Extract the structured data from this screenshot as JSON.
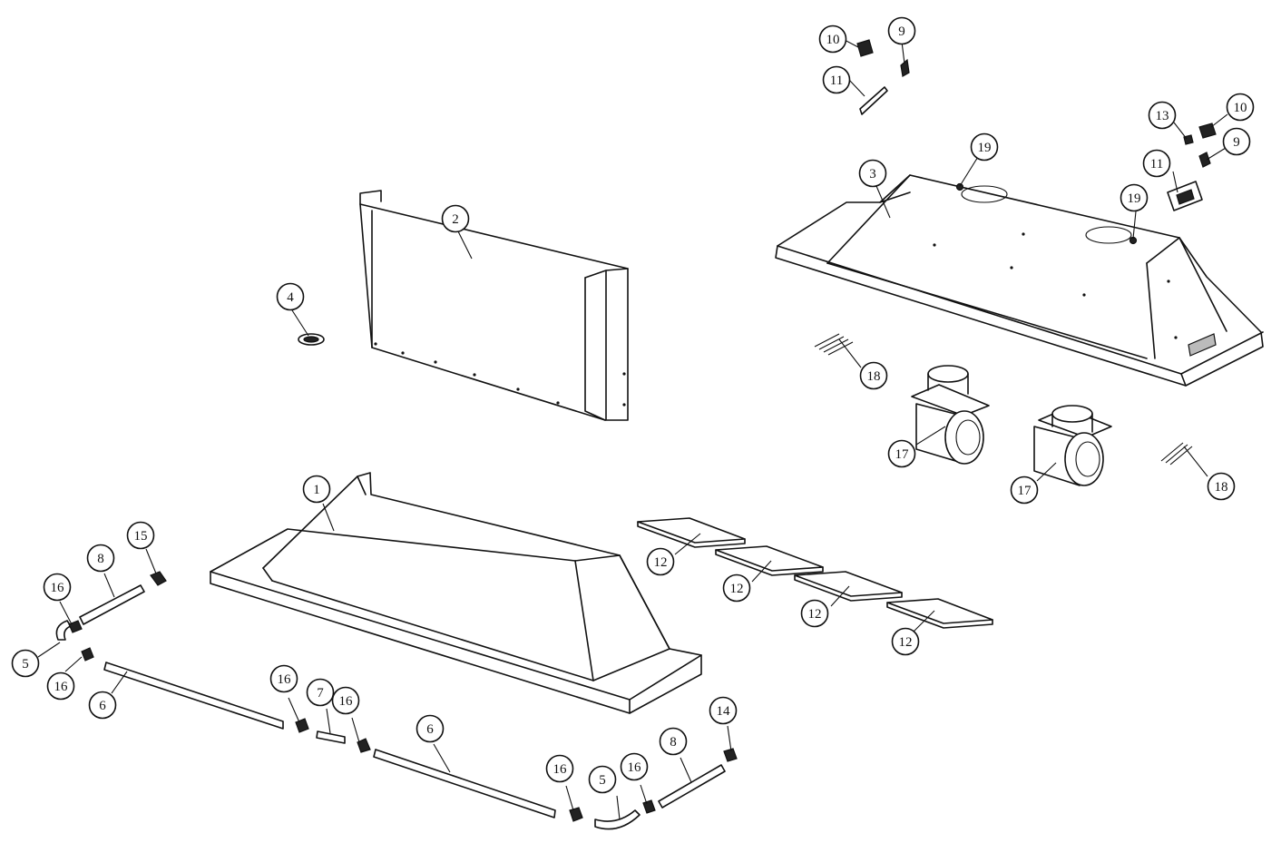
{
  "callouts": [
    {
      "label": "10"
    },
    {
      "label": "9"
    },
    {
      "label": "11"
    },
    {
      "label": "13"
    },
    {
      "label": "10"
    },
    {
      "label": "9"
    },
    {
      "label": "19"
    },
    {
      "label": "3"
    },
    {
      "label": "11"
    },
    {
      "label": "19"
    },
    {
      "label": "2"
    },
    {
      "label": "4"
    },
    {
      "label": "18"
    },
    {
      "label": "17"
    },
    {
      "label": "17"
    },
    {
      "label": "18"
    },
    {
      "label": "1"
    },
    {
      "label": "15"
    },
    {
      "label": "8"
    },
    {
      "label": "16"
    },
    {
      "label": "12"
    },
    {
      "label": "12"
    },
    {
      "label": "12"
    },
    {
      "label": "12"
    },
    {
      "label": "5"
    },
    {
      "label": "16"
    },
    {
      "label": "6"
    },
    {
      "label": "16"
    },
    {
      "label": "7"
    },
    {
      "label": "16"
    },
    {
      "label": "6"
    },
    {
      "label": "14"
    },
    {
      "label": "8"
    },
    {
      "label": "16"
    },
    {
      "label": "5"
    },
    {
      "label": "16"
    }
  ]
}
